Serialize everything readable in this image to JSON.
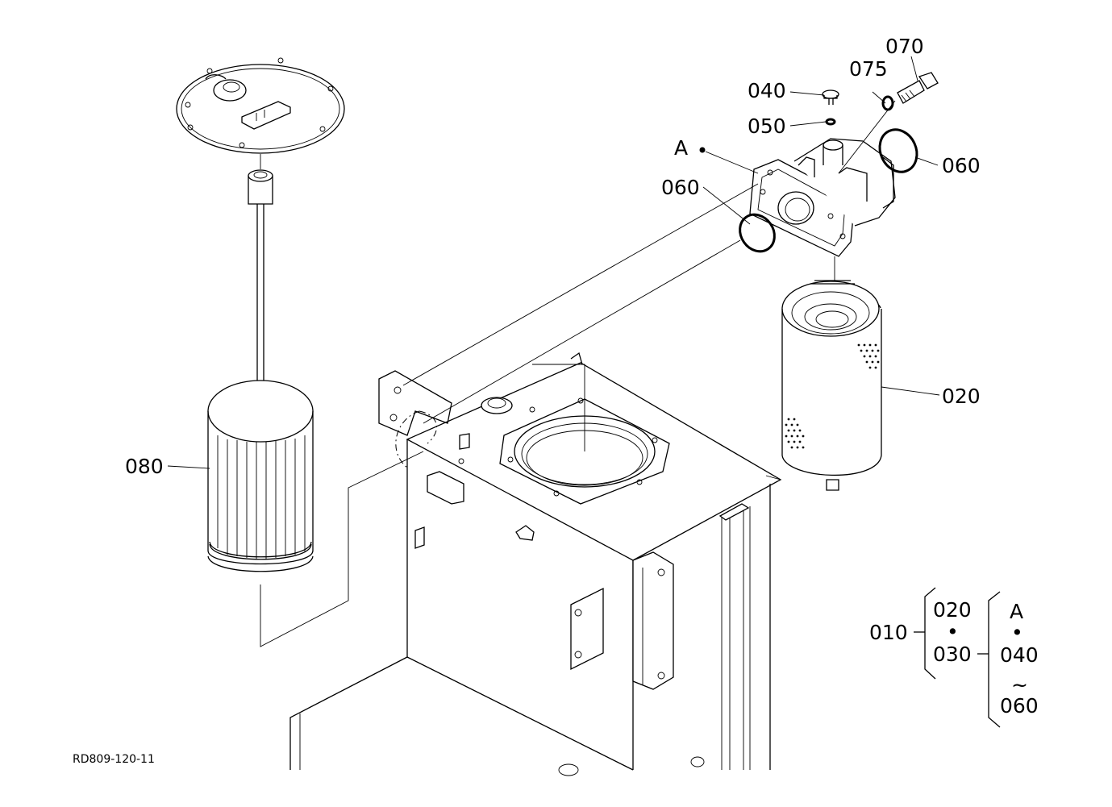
{
  "drawing_code": "RD809-120-11",
  "callouts": {
    "p070": "070",
    "p075": "075",
    "p040": "040",
    "p050": "050",
    "pA": "A",
    "p060_right": "060",
    "p060_left": "060",
    "p020": "020",
    "p080": "080"
  },
  "assembly_key": {
    "main": "010",
    "sub_top": "020",
    "sub_dot": "•",
    "sub_bottom": "030",
    "group_head": "A",
    "group_dot": "•",
    "group_from": "040",
    "group_tilde": "~",
    "group_to": "060"
  }
}
